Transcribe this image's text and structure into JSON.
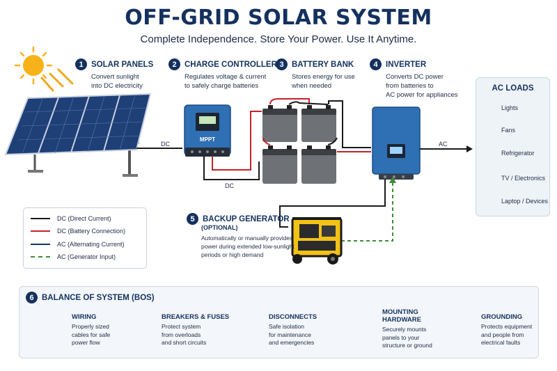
{
  "header": {
    "title": "OFF-GRID SOLAR SYSTEM",
    "subtitle": "Complete Independence. Store Your Power. Use It Anytime."
  },
  "steps": [
    {
      "num": "1",
      "label": "SOLAR PANELS",
      "desc": [
        "Convert sunlight",
        "into DC electricity"
      ]
    },
    {
      "num": "2",
      "label": "CHARGE CONTROLLER",
      "desc": [
        "Regulates voltage & current",
        "to safely charge batteries"
      ]
    },
    {
      "num": "3",
      "label": "BATTERY BANK",
      "desc": [
        "Stores energy for use",
        "when needed"
      ]
    },
    {
      "num": "4",
      "label": "INVERTER",
      "desc": [
        "Converts DC power",
        "from batteries to",
        "AC power for appliances"
      ]
    },
    {
      "num": "5",
      "label": "BACKUP GENERATOR",
      "optional": "(OPTIONAL)",
      "desc": [
        "Automatically or manually provides",
        "power during extended low-sunlight",
        "periods or high demand"
      ]
    }
  ],
  "wire_labels": {
    "dc_panel": "DC",
    "dc_controller": "DC",
    "ac_out": "AC"
  },
  "controller_label": "MPPT",
  "loads": {
    "title": "AC LOADS",
    "items": [
      {
        "label": "Lights",
        "icon": "bulb-icon"
      },
      {
        "label": "Fans",
        "icon": "fan-icon"
      },
      {
        "label": "Refrigerator",
        "icon": "fridge-icon"
      },
      {
        "label": "TV / Electronics",
        "icon": "tv-icon"
      },
      {
        "label": "Laptop / Devices",
        "icon": "laptop-icon"
      }
    ]
  },
  "legend": [
    {
      "label": "DC (Direct Current)",
      "color": "#1a1a1a",
      "style": "solid"
    },
    {
      "label": "DC (Battery Connection)",
      "color": "#c8202a",
      "style": "solid"
    },
    {
      "label": "AC (Alternating Current)",
      "color": "#14315e",
      "style": "solid"
    },
    {
      "label": "AC (Generator Input)",
      "color": "#3f8a3a",
      "style": "dashed"
    }
  ],
  "bos": {
    "num": "6",
    "title": "BALANCE OF SYSTEM (BOS)",
    "items": [
      {
        "title": [
          "WIRING"
        ],
        "desc": [
          "Properly sized",
          "cables for safe",
          "power flow"
        ],
        "icon": "cable-icon"
      },
      {
        "title": [
          "BREAKERS & FUSES"
        ],
        "desc": [
          "Protect system",
          "from overloads",
          "and short circuits"
        ],
        "icon": "breaker-icon"
      },
      {
        "title": [
          "DISCONNECTS"
        ],
        "desc": [
          "Safe isolation",
          "for maintenance",
          "and emergencies"
        ],
        "icon": "disconnect-icon"
      },
      {
        "title": [
          "MOUNTING",
          "HARDWARE"
        ],
        "desc": [
          "Securely mounts",
          "panels to your",
          "structure or ground"
        ],
        "icon": "mount-icon"
      },
      {
        "title": [
          "GROUNDING"
        ],
        "desc": [
          "Protects equipment",
          "and people from",
          "electrical faults"
        ],
        "icon": "ground-rod-icon"
      }
    ]
  },
  "colors": {
    "navy": "#14315e",
    "dc_wire": "#1a1a1a",
    "battery_wire": "#c8202a",
    "generator_wire": "#3f8a3a",
    "accent_blue": "#2f6fb3"
  }
}
